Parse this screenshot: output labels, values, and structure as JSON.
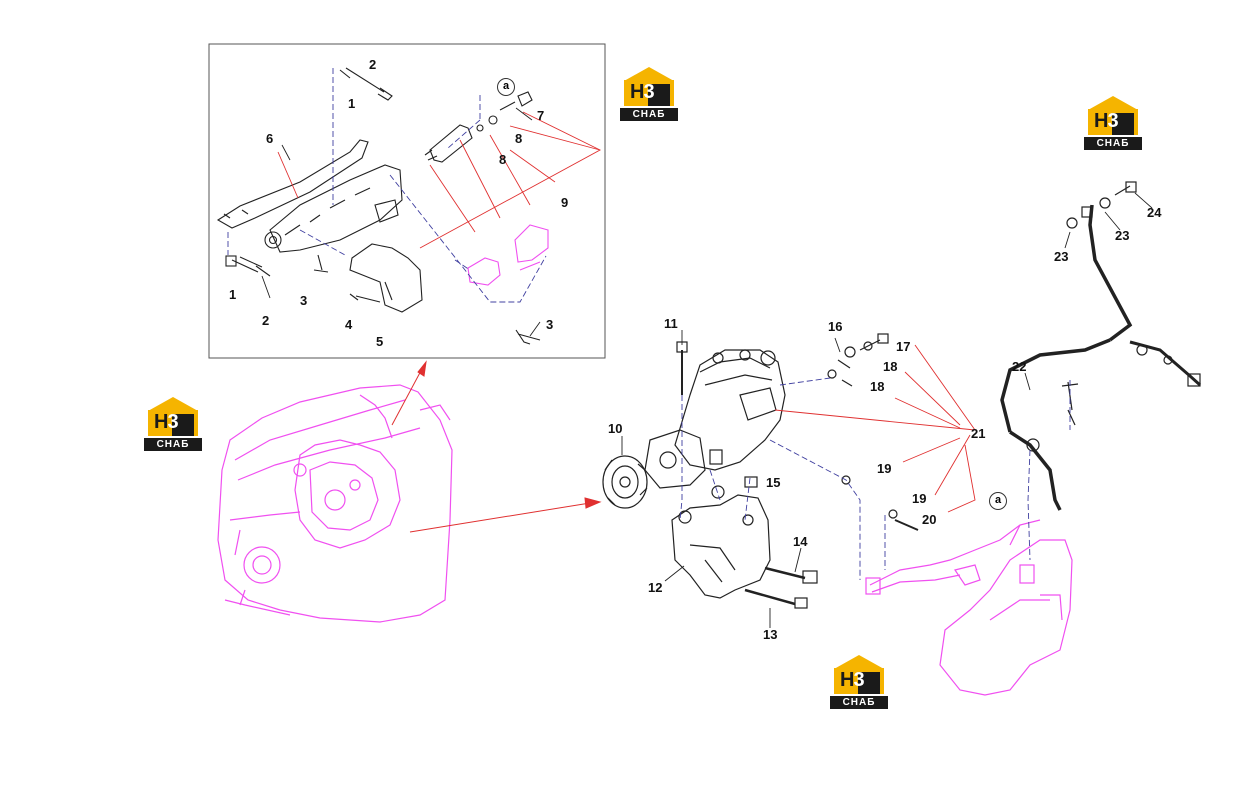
{
  "labels": {
    "inset": {
      "l1a": "1",
      "l2a": "2",
      "l6": "6",
      "l7": "7",
      "l8a": "8",
      "l8b": "8",
      "l9": "9",
      "l1b": "1",
      "l2b": "2",
      "l3a": "3",
      "l4": "4",
      "l5": "5",
      "l3b": "3",
      "a": "a"
    },
    "main": {
      "l10": "10",
      "l11": "11",
      "l12": "12",
      "l13": "13",
      "l14": "14",
      "l15": "15",
      "l16": "16",
      "l17": "17",
      "l18a": "18",
      "l18b": "18",
      "l19a": "19",
      "l19b": "19",
      "l20": "20",
      "l21": "21",
      "l22": "22",
      "l23a": "23",
      "l23b": "23",
      "l24": "24",
      "a": "a"
    }
  },
  "logo": {
    "letter_h": "H",
    "letter_3": "3",
    "caption": "СНАБ"
  },
  "colors": {
    "engine": "#f050f0",
    "leader": "#e03030",
    "dash": "#4040a0",
    "ink": "#222222",
    "logo_yellow": "#f5b400"
  }
}
